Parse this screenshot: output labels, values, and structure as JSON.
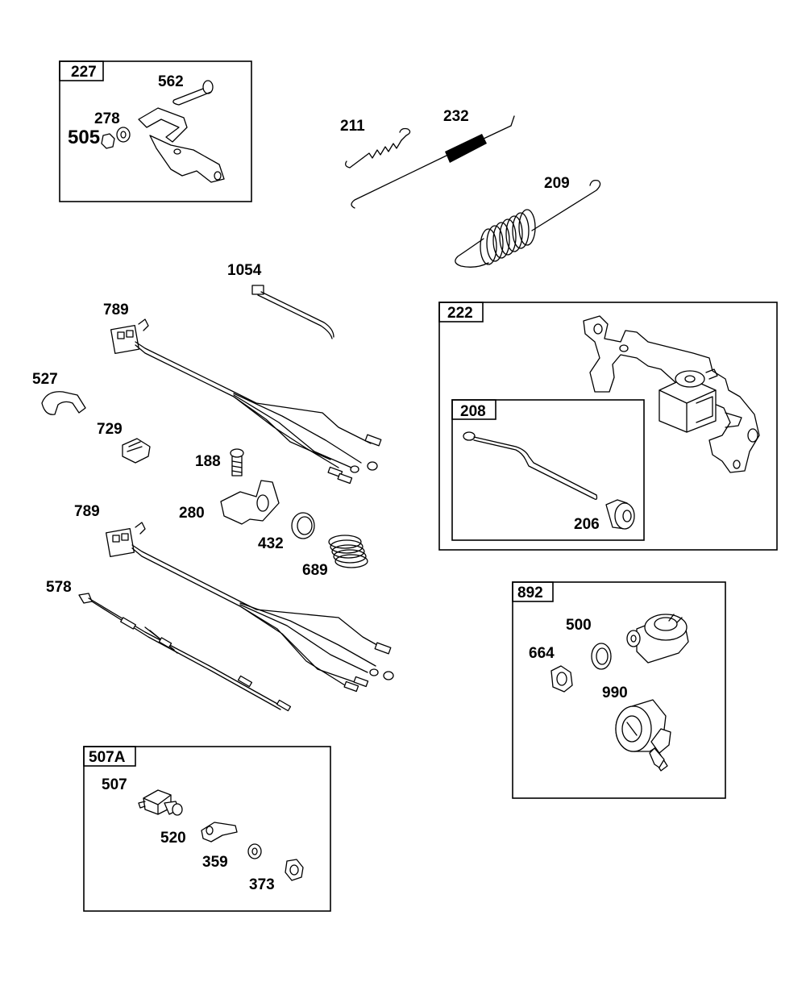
{
  "kits": [
    {
      "id": "kit-227",
      "label": "227"
    },
    {
      "id": "kit-222",
      "label": "222"
    },
    {
      "id": "kit-208",
      "label": "208"
    },
    {
      "id": "kit-892",
      "label": "892"
    },
    {
      "id": "kit-507a",
      "label": "507A"
    }
  ],
  "parts": {
    "p562": "562",
    "p278": "278",
    "p505": "505",
    "p211": "211",
    "p232": "232",
    "p209": "209",
    "p1054": "1054",
    "p789a": "789",
    "p527": "527",
    "p729": "729",
    "p188": "188",
    "p280": "280",
    "p432": "432",
    "p689": "689",
    "p789b": "789",
    "p578": "578",
    "p206": "206",
    "p500": "500",
    "p664": "664",
    "p990": "990",
    "p507": "507",
    "p520": "520",
    "p359": "359",
    "p373": "373"
  }
}
